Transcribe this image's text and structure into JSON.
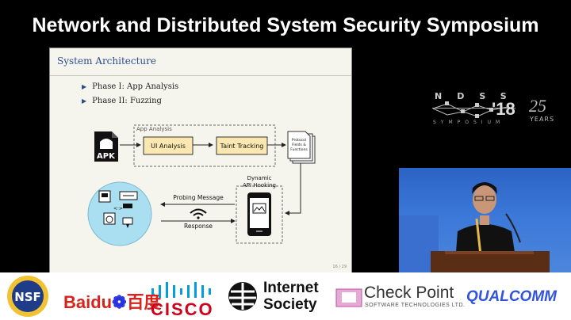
{
  "banner": {
    "title": "Network and Distributed System Security Symposium"
  },
  "slide": {
    "title": "System Architecture",
    "bullets": [
      "Phase I: App Analysis",
      "Phase II: Fuzzing"
    ],
    "page_number": "16 / 29",
    "diagram": {
      "group_label": "App Analysis",
      "apk_label": "APK",
      "ui_analysis": "UI Analysis",
      "taint_tracking": "Taint Tracking",
      "doc_lines": [
        "Protocol",
        "Fields &",
        "Functions"
      ],
      "hooking_lines": [
        "Dynamic",
        "API Hooking"
      ],
      "probing_message": "Probing Message",
      "response": "Response"
    }
  },
  "ndss": {
    "letters": "NDSS",
    "year": "'18",
    "symposium": "SYMPOSIUM",
    "anniversary": "25",
    "anniversary_sub": "YEARS"
  },
  "sponsors": {
    "nsf": "NSF",
    "baidu": "Baidu",
    "baidu_cn": "百度",
    "cisco": "CISCO",
    "internet_society_1": "Internet",
    "internet_society_2": "Society",
    "checkpoint": "Check Point",
    "checkpoint_sub": "SOFTWARE TECHNOLOGIES LTD.",
    "qualcomm": "QUALCOMM"
  },
  "colors": {
    "slide_title": "#2a4e8c",
    "step_box": "#fbe7b0",
    "iot_circle": "#a9dff0"
  }
}
